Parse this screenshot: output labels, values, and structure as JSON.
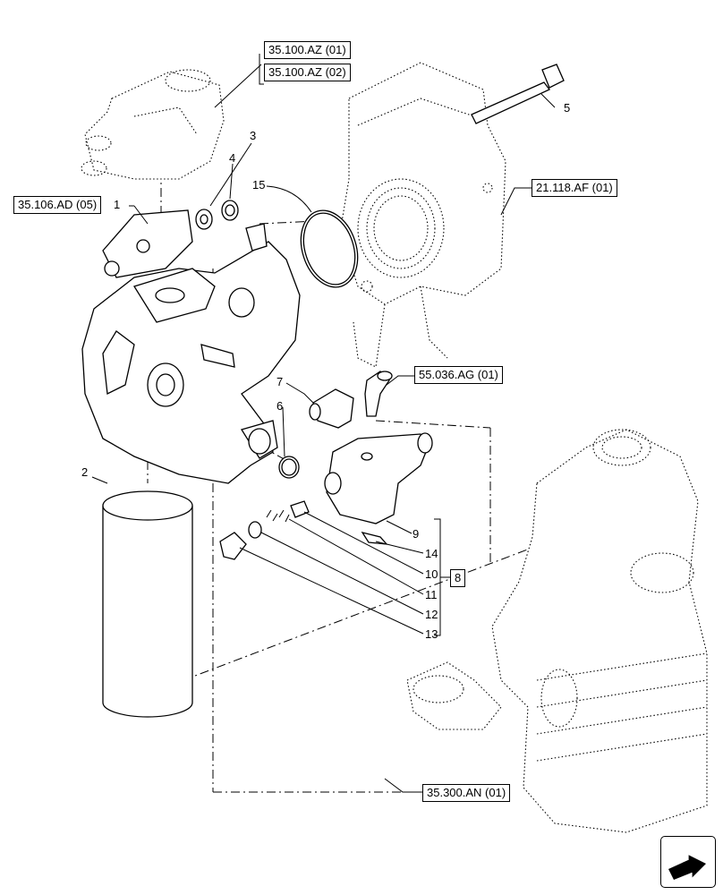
{
  "references": {
    "r1": "35.100.AZ (01)",
    "r2": "35.100.AZ (02)",
    "r3": "35.106.AD (05)",
    "r4": "21.118.AF (01)",
    "r5": "55.036.AG (01)",
    "r6": "35.300.AN (01)",
    "r7": "8"
  },
  "callouts": {
    "c1": "1",
    "c2": "2",
    "c3": "3",
    "c4": "4",
    "c5": "5",
    "c6": "6",
    "c7": "7",
    "c9": "9",
    "c10": "10",
    "c11": "11",
    "c12": "12",
    "c13": "13",
    "c14": "14",
    "c15": "15"
  },
  "nav": {
    "icon": "arrow-next-icon"
  }
}
